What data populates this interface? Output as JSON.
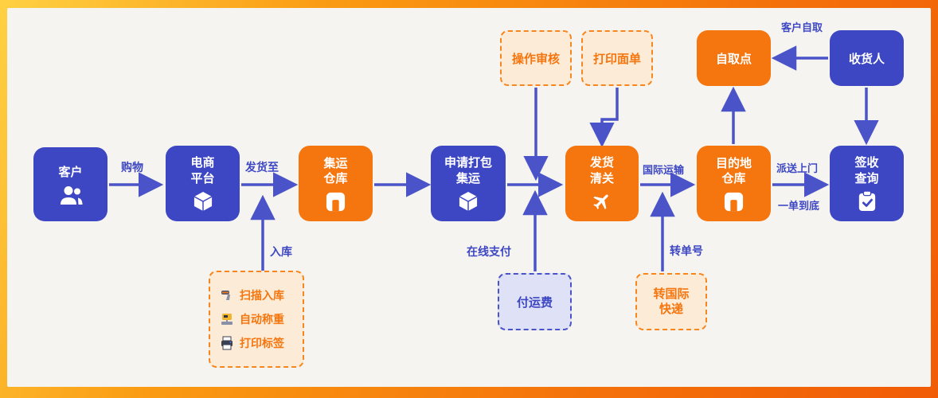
{
  "nodes": {
    "customer": {
      "label": "客户"
    },
    "platform": {
      "line1": "电商",
      "line2": "平台"
    },
    "consolidation_warehouse": {
      "line1": "集运",
      "line2": "仓库"
    },
    "apply_packing": {
      "line1": "申请打包",
      "line2": "集运"
    },
    "ship_customs": {
      "line1": "发货",
      "line2": "清关"
    },
    "destination_warehouse": {
      "line1": "目的地",
      "line2": "仓库"
    },
    "sign_query": {
      "line1": "签收",
      "line2": "查询"
    },
    "pickup_point": {
      "label": "自取点"
    },
    "consignee": {
      "label": "收货人"
    },
    "operation_review": {
      "label": "操作审核"
    },
    "print_waybill": {
      "label": "打印面单"
    },
    "pay_freight": {
      "label": "付运费"
    },
    "transfer_intl": {
      "line1": "转国际",
      "line2": "快递"
    }
  },
  "warehouse_ops": {
    "items": [
      {
        "label": "扫描入库",
        "icon": "scanner-icon"
      },
      {
        "label": "自动称重",
        "icon": "scale-icon"
      },
      {
        "label": "打印标签",
        "icon": "printer-icon"
      }
    ]
  },
  "edge_labels": {
    "shopping": "购物",
    "ship_to": "发货至",
    "inbound": "入库",
    "online_payment": "在线支付",
    "intl_transport": "国际运输",
    "transfer_number": "转单号",
    "door_delivery": "派送上门",
    "one_order_end": "一单到底",
    "customer_pickup": "客户自取"
  },
  "icons": {
    "customer": "person-icon",
    "platform": "cube-icon",
    "consolidation_warehouse": "warehouse-icon",
    "apply_packing": "cube-icon",
    "ship_customs": "plane-icon",
    "destination_warehouse": "warehouse-icon",
    "sign_query": "clipboard-check-icon"
  },
  "colors": {
    "indigo_box": "#3d47c3",
    "orange_box": "#f5750f",
    "arrow": "#4a54c8",
    "dashed_orange_bg": "#fcecd7",
    "dashed_blue_bg": "#dfe2f6",
    "panel_bg": "#f6f4f0"
  }
}
